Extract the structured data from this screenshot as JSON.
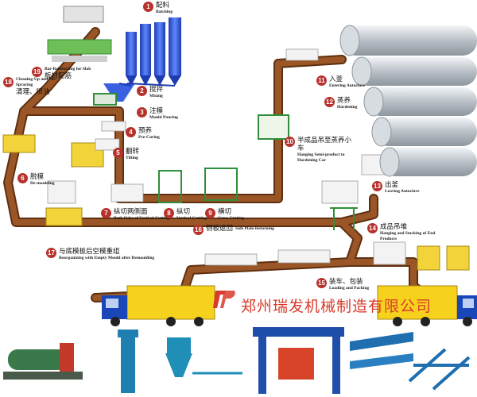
{
  "diagram": {
    "steps": [
      {
        "num": "1",
        "zh": "配料",
        "en": "Batching"
      },
      {
        "num": "2",
        "zh": "搅拌",
        "en": "Mixing"
      },
      {
        "num": "3",
        "zh": "注模",
        "en": "Mould Pouring"
      },
      {
        "num": "4",
        "zh": "预养",
        "en": "Pre-Curing"
      },
      {
        "num": "5",
        "zh": "翻转",
        "en": "Tilting"
      },
      {
        "num": "6",
        "zh": "脱模",
        "en": "De-moulding"
      },
      {
        "num": "7",
        "zh": "纵切两侧面",
        "en": "Both Sides of Vertical Cutting"
      },
      {
        "num": "8",
        "zh": "纵切",
        "en": "Vertical Cutting"
      },
      {
        "num": "9",
        "zh": "横切",
        "en": "Cross Cutting"
      },
      {
        "num": "10",
        "zh": "半成品吊至蒸养小车",
        "en": "Hanging Semi-product to Hardening Car"
      },
      {
        "num": "11",
        "zh": "入釜",
        "en": "Entering Autoclave"
      },
      {
        "num": "12",
        "zh": "蒸养",
        "en": "Hardening"
      },
      {
        "num": "13",
        "zh": "出釜",
        "en": "Leaving Autoclave"
      },
      {
        "num": "14",
        "zh": "成品吊堆",
        "en": "Hanging and Stacking of End Products"
      },
      {
        "num": "15",
        "zh": "装车、包装",
        "en": "Loading and Packing"
      },
      {
        "num": "16",
        "zh": "侧板返回",
        "en": "Side Plate Returning"
      },
      {
        "num": "17",
        "zh": "与底模板后空模重组",
        "en": "Reorganizing with Empty Mould after Demoulding"
      },
      {
        "num": "18",
        "zh": "清理、喷油",
        "en": "Cleaning-Up and Oil-Spraying"
      },
      {
        "num": "19",
        "zh": "板材配筋",
        "en": "Bar-Reinforcing for Slab"
      }
    ]
  },
  "company": {
    "name": "郑州瑞发机械制造有限公司"
  },
  "colors": {
    "track": "#8a4a1f",
    "track_edge": "#5e3010",
    "silo": "#2a4fd0",
    "yellow": "#f2d43a",
    "green": "#2f8f3a",
    "autoclave": "#c9ced4",
    "truck_cab": "#1a47b8",
    "truck_box": "#f7d21c",
    "accent_red": "#d83b2c"
  }
}
